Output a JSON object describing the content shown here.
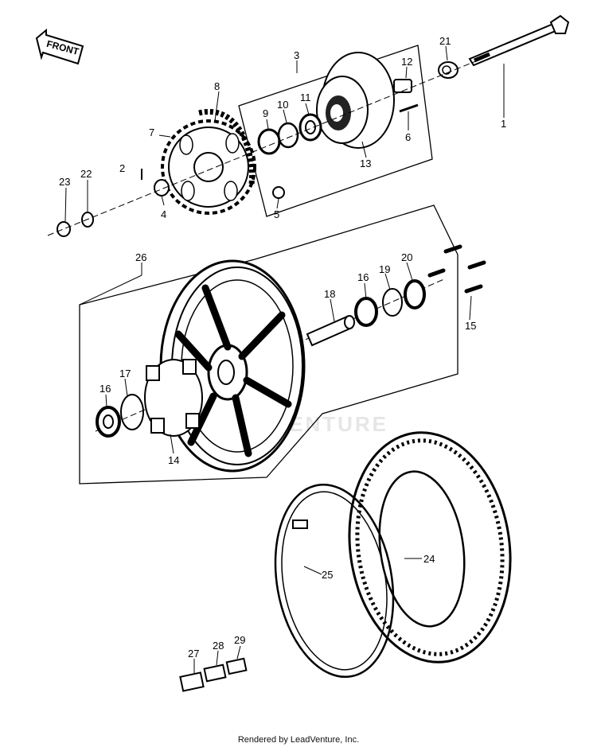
{
  "diagram": {
    "front_label": "FRONT",
    "watermark": "LEADVENTURE",
    "callouts": [
      "1",
      "2",
      "3",
      "4",
      "5",
      "6",
      "7",
      "8",
      "9",
      "10",
      "11",
      "12",
      "13",
      "14",
      "15",
      "16",
      "16",
      "17",
      "18",
      "19",
      "20",
      "21",
      "22",
      "23",
      "24",
      "25",
      "26",
      "27",
      "28",
      "29"
    ]
  },
  "footer": {
    "text": "Rendered by LeadVenture, Inc."
  },
  "colors": {
    "ink": "#000000",
    "paper": "#ffffff",
    "watermark": "#e6e6e6"
  }
}
